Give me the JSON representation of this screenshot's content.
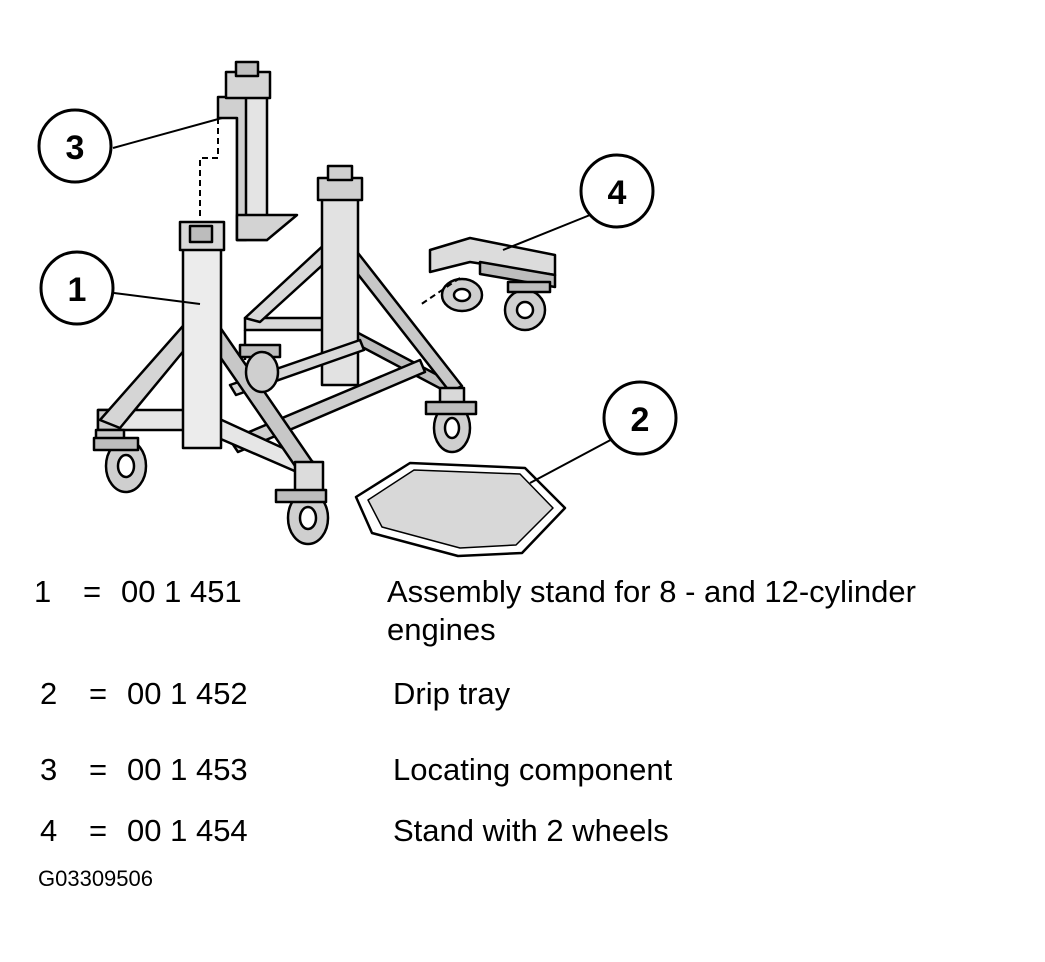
{
  "callouts": [
    {
      "id": "1",
      "label": "1"
    },
    {
      "id": "2",
      "label": "2"
    },
    {
      "id": "3",
      "label": "3"
    },
    {
      "id": "4",
      "label": "4"
    }
  ],
  "legend": [
    {
      "num": "1",
      "eq": "=",
      "part": "00 1 451",
      "desc": "Assembly stand for 8 - and 12-cylinder engines"
    },
    {
      "num": "2",
      "eq": "=",
      "part": "00 1 452",
      "desc": "Drip tray"
    },
    {
      "num": "3",
      "eq": "=",
      "part": "00 1 453",
      "desc": "Locating component"
    },
    {
      "num": "4",
      "eq": "=",
      "part": "00 1 454",
      "desc": "Stand with 2 wheels"
    }
  ],
  "figure_id": "G03309506"
}
